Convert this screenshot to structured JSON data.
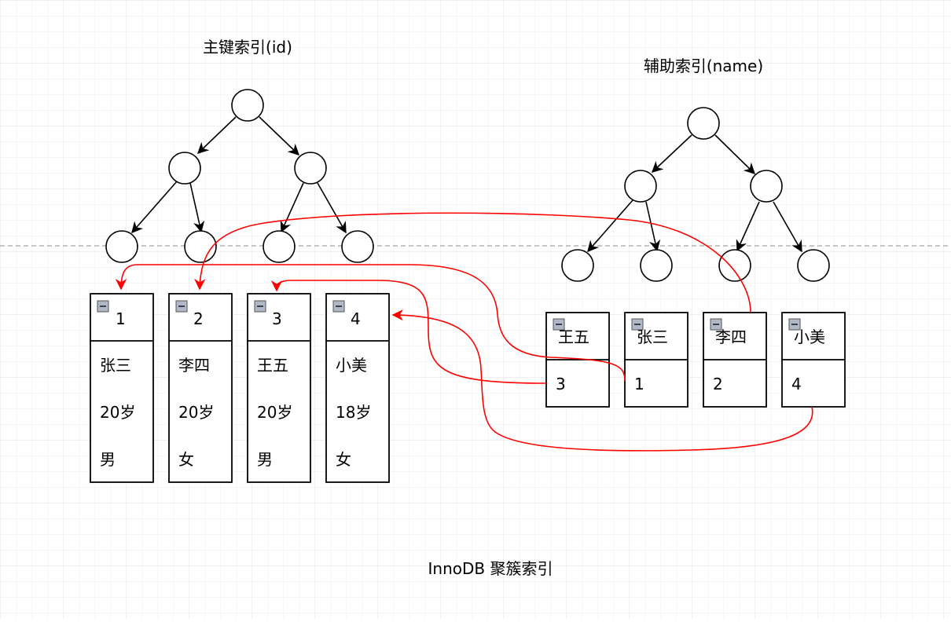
{
  "titles": {
    "primary": "主键索引(id)",
    "secondary": "辅助索引(name)",
    "caption": "InnoDB 聚簇索引"
  },
  "primary_records": [
    {
      "id": "1",
      "name": "张三",
      "age": "20岁",
      "sex": "男"
    },
    {
      "id": "2",
      "name": "李四",
      "age": "20岁",
      "sex": "女"
    },
    {
      "id": "3",
      "name": "王五",
      "age": "20岁",
      "sex": "男"
    },
    {
      "id": "4",
      "name": "小美",
      "age": "18岁",
      "sex": "女"
    }
  ],
  "secondary_records": [
    {
      "name": "王五",
      "pk": "3"
    },
    {
      "name": "张三",
      "pk": "1"
    },
    {
      "name": "李四",
      "pk": "2"
    },
    {
      "name": "小美",
      "pk": "4"
    }
  ],
  "icons": {
    "collapse": "collapse-icon"
  },
  "colors": {
    "pointer_arrow": "#ff0000",
    "tree": "#000000",
    "grid": "#e6e6e6",
    "dashed_line": "#b3b3b3",
    "collapse_icon_fill": "#b0b8c8"
  }
}
